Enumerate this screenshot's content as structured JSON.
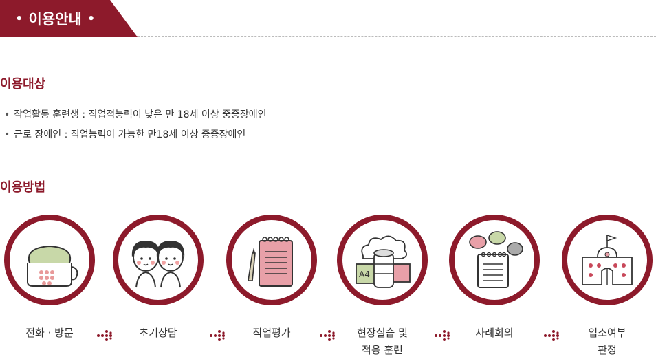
{
  "header": {
    "title": "이용안내",
    "bullet": "•"
  },
  "sections": {
    "target": {
      "title": "이용대상",
      "items": [
        "작업활동 훈련생 : 직업적능력이 낮은 만 18세 이상 중증장애인",
        "근로 장애인 : 직업능력이 가능한 만18세 이상 중증장애인"
      ]
    },
    "method": {
      "title": "이용방법",
      "steps": [
        {
          "label": "전화 · 방문",
          "icon": "telephone-icon"
        },
        {
          "label": "초기상담",
          "icon": "two-people-icon"
        },
        {
          "label": "직업평가",
          "icon": "notepad-pencil-icon"
        },
        {
          "label": "현장실습 및\n적응 훈련",
          "icon": "paper-stack-icon",
          "box_text": "A4"
        },
        {
          "label": "사례회의",
          "icon": "meeting-notes-icon"
        },
        {
          "label": "입소여부\n판정",
          "icon": "school-building-icon"
        }
      ]
    }
  },
  "colors": {
    "accent": "#8d1a2b",
    "arrow": "#8d1a2b"
  }
}
